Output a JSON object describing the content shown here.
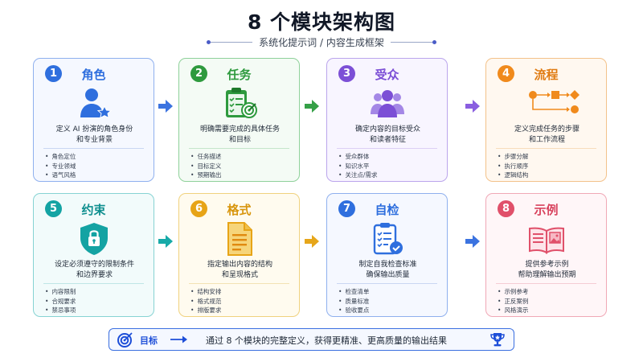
{
  "header": {
    "title": "8 个模块架构图",
    "subtitle": "系统化提示词 / 内容生成框架"
  },
  "cards": [
    {
      "num": "1",
      "title": "角色",
      "desc_line1": "定义 AI 扮演的角色身份",
      "desc_line2": "和专业背景",
      "bullets": [
        "角色定位",
        "专业领域",
        "语气风格"
      ],
      "color": "#2f6fde"
    },
    {
      "num": "2",
      "title": "任务",
      "desc_line1": "明确需要完成的具体任务",
      "desc_line2": "和目标",
      "bullets": [
        "任务描述",
        "目标定义",
        "预期输出"
      ],
      "color": "#2e9a3e"
    },
    {
      "num": "3",
      "title": "受众",
      "desc_line1": "确定内容的目标受众",
      "desc_line2": "和读者特征",
      "bullets": [
        "受众群体",
        "知识水平",
        "关注点/需求"
      ],
      "color": "#7c4fd6"
    },
    {
      "num": "4",
      "title": "流程",
      "desc_line1": "定义完成任务的步骤",
      "desc_line2": "和工作流程",
      "bullets": [
        "步骤分解",
        "执行顺序",
        "逻辑结构"
      ],
      "color": "#f08a1c"
    },
    {
      "num": "5",
      "title": "约束",
      "desc_line1": "设定必须遵守的限制条件",
      "desc_line2": "和边界要求",
      "bullets": [
        "内容限制",
        "合规要求",
        "禁忌事项"
      ],
      "color": "#14a3a3"
    },
    {
      "num": "6",
      "title": "格式",
      "desc_line1": "指定输出内容的结构",
      "desc_line2": "和呈现格式",
      "bullets": [
        "结构安排",
        "格式规范",
        "排版要求"
      ],
      "color": "#e7a417"
    },
    {
      "num": "7",
      "title": "自检",
      "desc_line1": "制定自我检查标准",
      "desc_line2": "确保输出质量",
      "bullets": [
        "检查清单",
        "质量标准",
        "验收要点"
      ],
      "color": "#2f6fde"
    },
    {
      "num": "8",
      "title": "示例",
      "desc_line1": "提供参考示例",
      "desc_line2": "帮助理解输出预期",
      "bullets": [
        "示例参考",
        "正反案例",
        "风格演示"
      ],
      "color": "#e0506a"
    }
  ],
  "goal": {
    "label": "目标",
    "text": "通过 8 个模块的完整定义，获得更精准、更高质量的输出结果"
  },
  "icons": [
    "user-star-icon",
    "clipboard-target-icon",
    "group-icon",
    "flowchart-icon",
    "shield-lock-icon",
    "document-icon",
    "checklist-icon",
    "open-book-icon",
    "target-icon",
    "trophy-icon"
  ]
}
